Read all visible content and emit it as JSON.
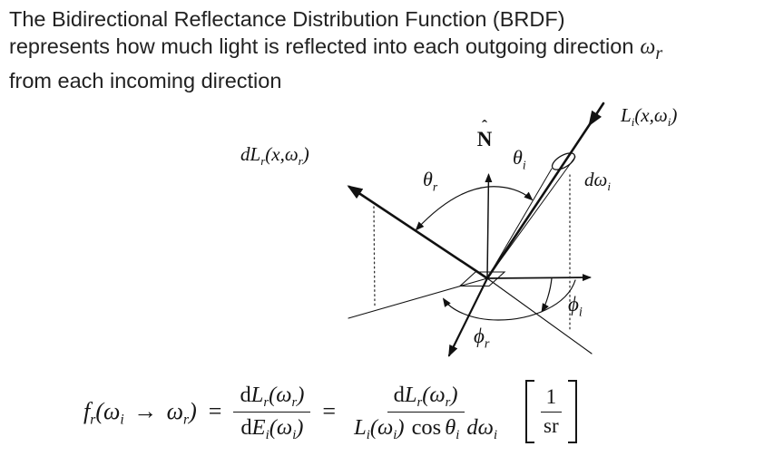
{
  "colors": {
    "ink": "#1c1c1c",
    "stroke": "#111111",
    "background": "#ffffff"
  },
  "title": {
    "line1": "The Bidirectional Reflectance Distribution Function (BRDF)",
    "line2": "represents how much light is reflected into each outgoing direction",
    "line2_math_base": "ω",
    "line2_math_sub": "r",
    "line3": "from each incoming direction"
  },
  "diagram": {
    "normal": {
      "hat": "ˆ",
      "letter": "N"
    },
    "out_radiance": {
      "p1": "dL",
      "s1": "r",
      "p2": "(x,ω",
      "s2": "r",
      "p3": ")"
    },
    "in_radiance": {
      "p1": "L",
      "s1": "i",
      "p2": "(x,ω",
      "s2": "i",
      "p3": ")"
    },
    "solid_angle": {
      "p1": "dω",
      "s1": "i"
    },
    "theta_r": {
      "p1": "θ",
      "s1": "r"
    },
    "theta_i": {
      "p1": "θ",
      "s1": "i"
    },
    "phi_r": {
      "p1": "ϕ",
      "s1": "r"
    },
    "phi_i": {
      "p1": "ϕ",
      "s1": "i"
    }
  },
  "formula": {
    "lhs": {
      "f": "f",
      "fs": "r",
      "o1": "(ω",
      "s1": "i",
      "ar": "→",
      "o2": "ω",
      "s2": "r",
      "c": ")"
    },
    "eq1": "=",
    "eq2": "=",
    "frac1": {
      "num": {
        "d": "d",
        "L": "L",
        "Ls": "r",
        "o": "(ω",
        "os": "r",
        "c": ")"
      },
      "den": {
        "d": "d",
        "E": "E",
        "Es": "i",
        "o": "(ω",
        "os": "i",
        "c": ")"
      }
    },
    "frac2": {
      "num": {
        "d": "d",
        "L": "L",
        "Ls": "r",
        "o": "(ω",
        "os": "r",
        "c": ")"
      },
      "den": {
        "L": "L",
        "Ls": "i",
        "o": "(ω",
        "os": "i",
        "c": ")",
        "cos": "cos",
        "th": "θ",
        "ths": "i",
        "dw": "dω",
        "dws": "i"
      }
    },
    "units": {
      "num": "1",
      "den": "sr"
    }
  }
}
